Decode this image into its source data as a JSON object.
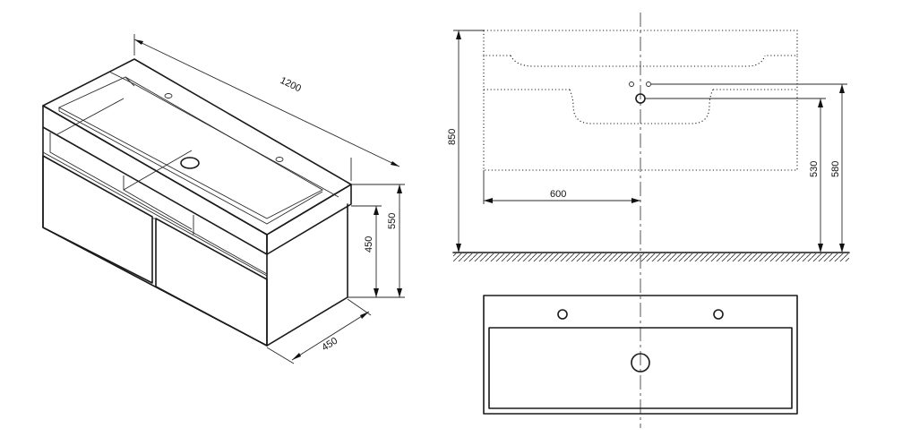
{
  "diagram": {
    "isometric_view": {
      "dim_width": "1200",
      "dim_height_total": "550",
      "dim_height_cabinet": "450",
      "dim_depth": "450"
    },
    "front_view": {
      "dim_height_total": "850",
      "dim_width_half": "600",
      "dim_drain_height": "530",
      "dim_tap_height": "580"
    },
    "top_view": {
      "tap_holes": 2,
      "drain_holes": 1
    }
  }
}
